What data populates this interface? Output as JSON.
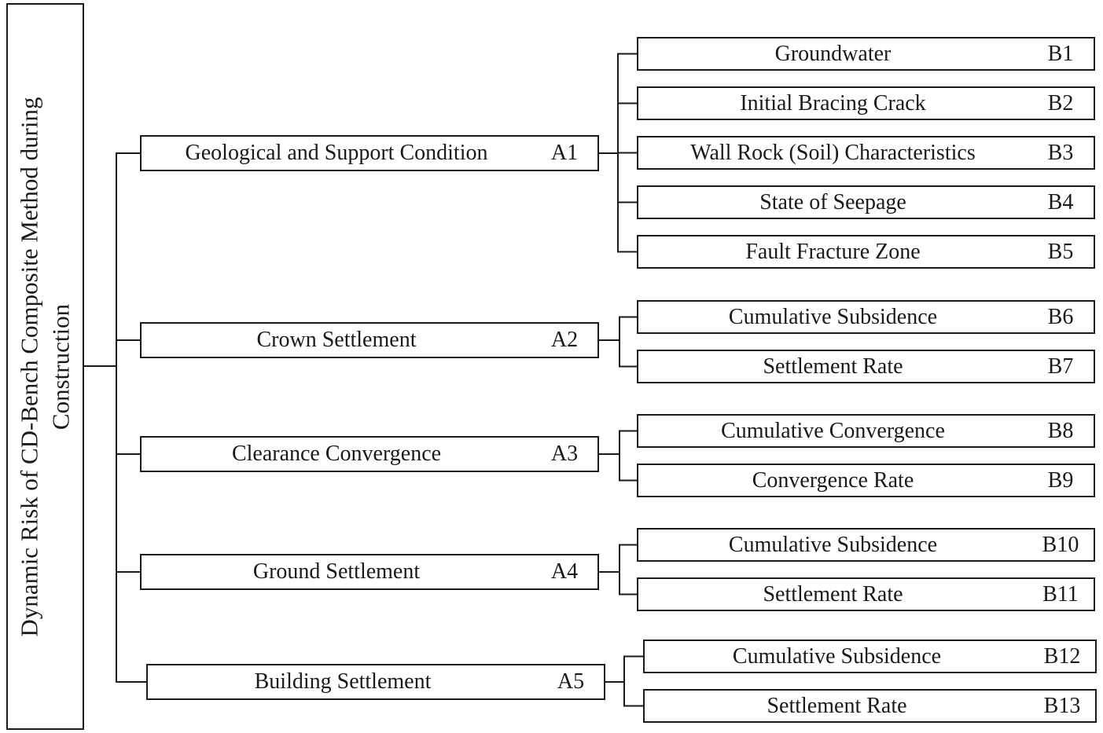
{
  "root": {
    "title_lines": [
      "Dynamic Risk of CD-Bench Composite Method during",
      "Construction"
    ]
  },
  "groups": [
    {
      "code": "A1",
      "label": "Geological and Support Condition",
      "children": [
        {
          "code": "B1",
          "label": "Groundwater"
        },
        {
          "code": "B2",
          "label": "Initial Bracing Crack"
        },
        {
          "code": "B3",
          "label": "Wall Rock (Soil) Characteristics"
        },
        {
          "code": "B4",
          "label": "State of Seepage"
        },
        {
          "code": "B5",
          "label": "Fault Fracture Zone"
        }
      ]
    },
    {
      "code": "A2",
      "label": "Crown Settlement",
      "children": [
        {
          "code": "B6",
          "label": "Cumulative Subsidence"
        },
        {
          "code": "B7",
          "label": "Settlement Rate"
        }
      ]
    },
    {
      "code": "A3",
      "label": "Clearance Convergence",
      "children": [
        {
          "code": "B8",
          "label": "Cumulative Convergence"
        },
        {
          "code": "B9",
          "label": "Convergence Rate"
        }
      ]
    },
    {
      "code": "A4",
      "label": "Ground Settlement",
      "children": [
        {
          "code": "B10",
          "label": "Cumulative Subsidence"
        },
        {
          "code": "B11",
          "label": "Settlement Rate"
        }
      ]
    },
    {
      "code": "A5",
      "label": "Building Settlement",
      "children": [
        {
          "code": "B12",
          "label": "Cumulative Subsidence"
        },
        {
          "code": "B13",
          "label": "Settlement Rate"
        }
      ]
    }
  ],
  "colors": {
    "line": "#1a1a1a",
    "background": "#ffffff"
  }
}
